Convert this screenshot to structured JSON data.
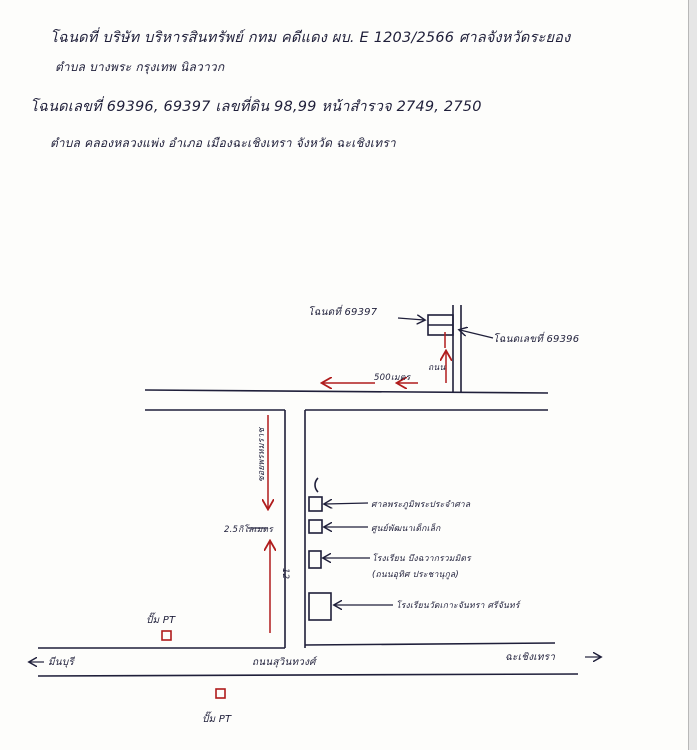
{
  "header": {
    "line1": "โฉนดที่ บริษัท บริหารสินทรัพย์ กทม คดีแดง ผบ. E 1203/2566 ศาลจังหวัดระยอง",
    "line2": "ตำบล บางพระ กรุงเทพ นิลวาวก",
    "line3": "โฉนดเลขที่ 69396, 69397 เลขที่ดิน 98,99 หน้าสำรวจ 2749, 2750",
    "line4": "ตำบล คลองหลวงแพ่ง อำเภอ เมืองฉะเชิงเทรา จังหวัด ฉะเชิงเทรา"
  },
  "map": {
    "deed_a": "โฉนดที่ 69397",
    "deed_b": "โฉนดเลขที่ 69396",
    "dist_500": "500เมตร",
    "small_road": "ถนน",
    "soi_name": "ซอยพรหมราช",
    "soi_no": "12",
    "dist_2_5": "2.5กิโลเมตร",
    "landmark_1": "ศาลพระภูมิพระประจำศาล",
    "landmark_2": "ศูนย์พัฒนาเด็กเล็ก",
    "landmark_3a": "โรงเรียน บึงฉวากรวมมิตร",
    "landmark_3b": "(ถนนอุทิศ ประชานุกูล)",
    "landmark_4": "โรงเรียนวัดเกาะจันทรา ศรีจันทร์",
    "pump_top": "ปั๊ม PT",
    "pump_bottom": "ปั๊ม PT",
    "main_road": "ถนนสุวินทวงศ์",
    "left_dir": "มีนบุรี",
    "right_dir": "ฉะเชิงเทรา"
  },
  "colors": {
    "ink": "#1f1f3a",
    "red": "#b01c1c"
  }
}
